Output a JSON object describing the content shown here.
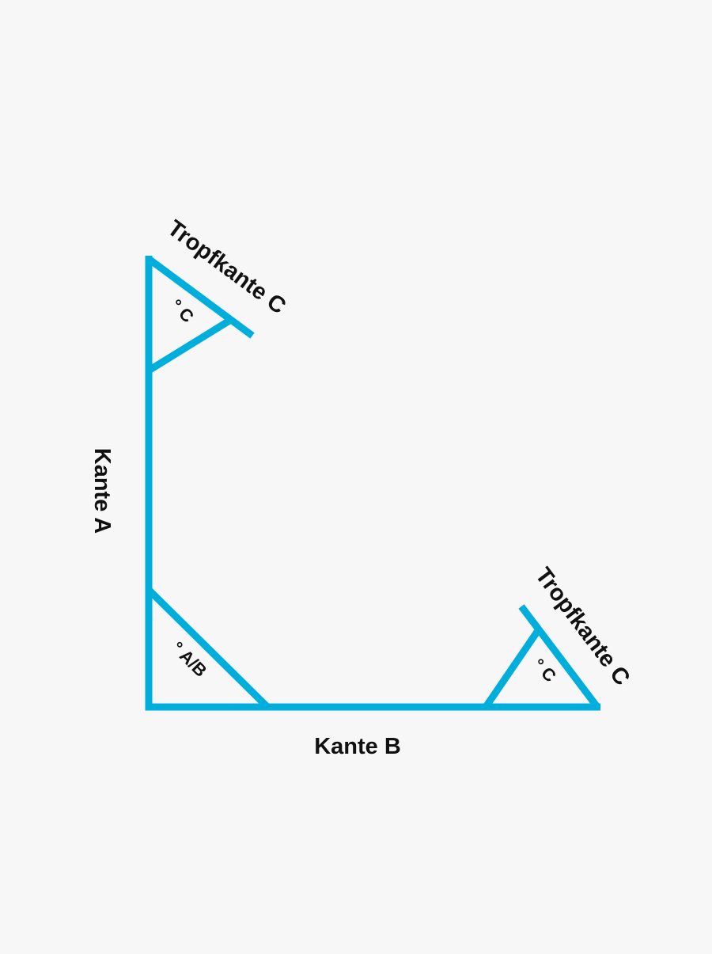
{
  "diagram": {
    "title": "",
    "colors": {
      "background": "#f7f7f7",
      "line": "#00aedb",
      "text": "#111111"
    },
    "labels": {
      "edge_a": "Kante A",
      "edge_b": "Kante B",
      "drip_edge_top": "Tropfkante C",
      "drip_edge_right": "Tropfkante C",
      "angle_top": "° C",
      "angle_corner": "° A/B",
      "angle_right": "° C"
    }
  }
}
